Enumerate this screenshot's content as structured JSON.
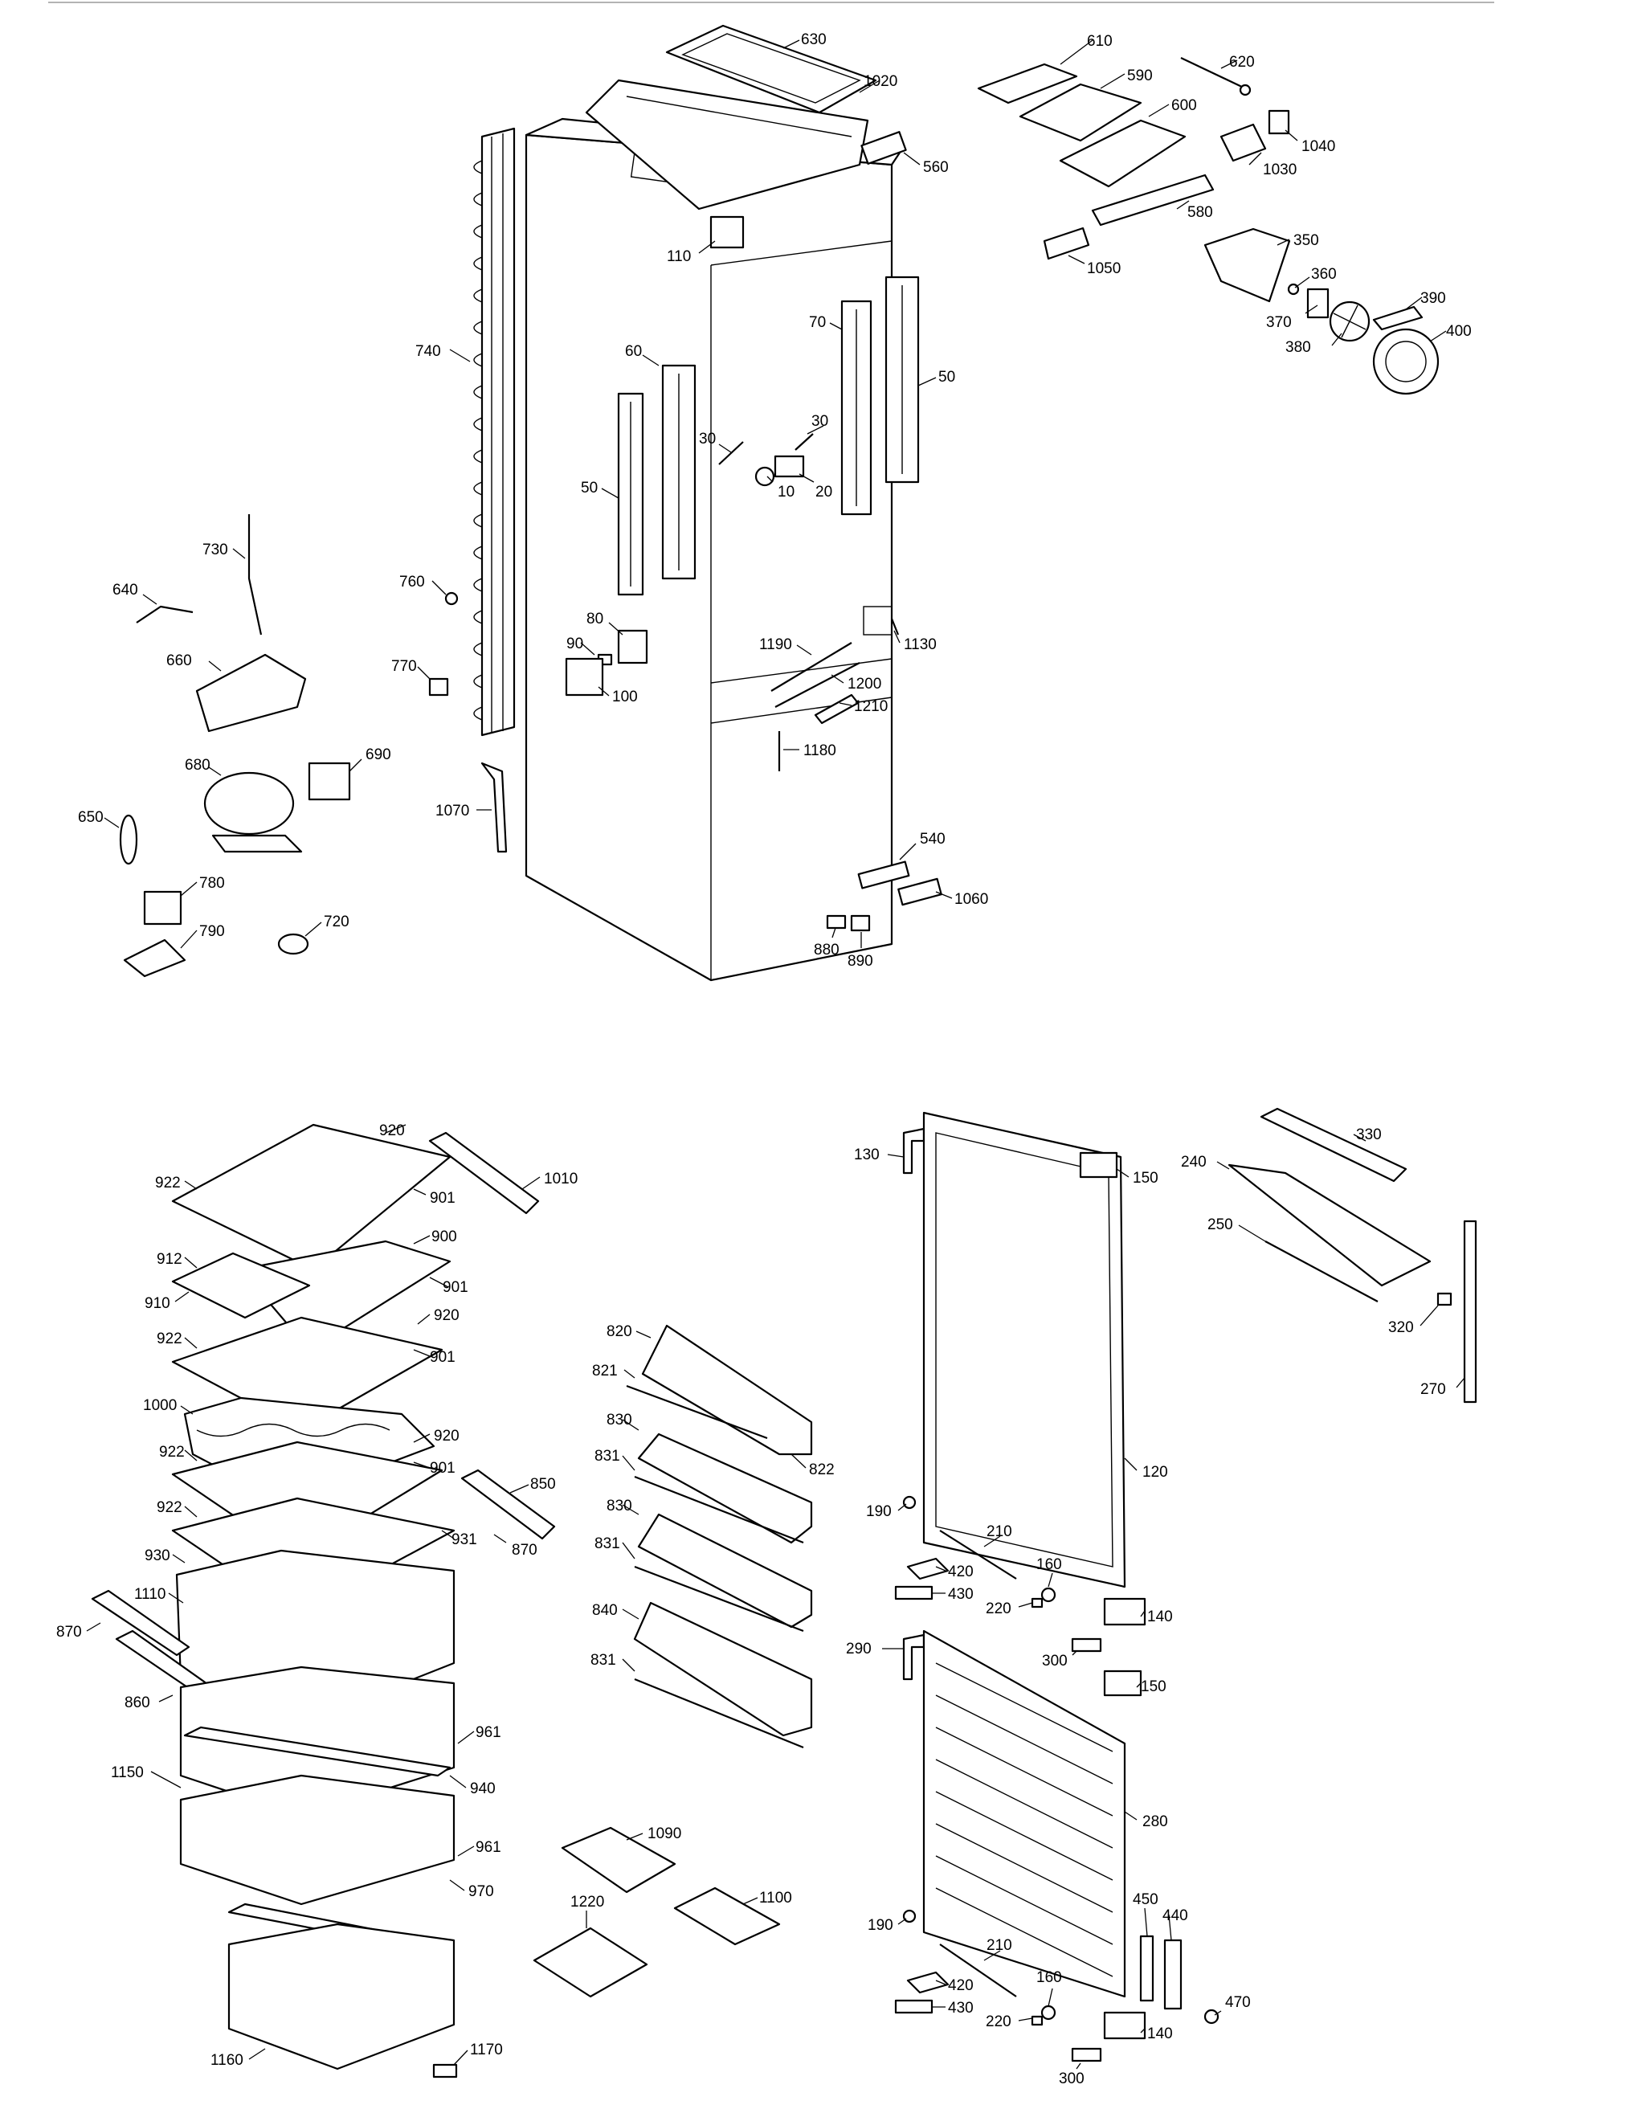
{
  "labels": {
    "l630": "630",
    "l1020": "1020",
    "l610": "610",
    "l620": "620",
    "l590": "590",
    "l600": "600",
    "l1040": "1040",
    "l1030": "1030",
    "l560": "560",
    "l110": "110",
    "l580": "580",
    "l350": "350",
    "l1050": "1050",
    "l360": "360",
    "l370": "370",
    "l390": "390",
    "l380": "380",
    "l400": "400",
    "l740": "740",
    "l60": "60",
    "l70": "70",
    "l50a": "50",
    "l50b": "50",
    "l30a": "30",
    "l30b": "30",
    "l10": "10",
    "l20": "20",
    "l730": "730",
    "l640": "640",
    "l760": "760",
    "l80": "80",
    "l90": "90",
    "l100": "100",
    "l1190": "1190",
    "l1130": "1130",
    "l1200": "1200",
    "l1210": "1210",
    "l660": "660",
    "l770": "770",
    "l1180": "1180",
    "l680": "680",
    "l690": "690",
    "l650": "650",
    "l1070": "1070",
    "l540": "540",
    "l1060": "1060",
    "l780": "780",
    "l720": "720",
    "l790": "790",
    "l880": "880",
    "l890": "890",
    "l920a": "920",
    "l1010": "1010",
    "l922a": "922",
    "l901a": "901",
    "l900": "900",
    "l912": "912",
    "l901b": "901",
    "l910": "910",
    "l920b": "920",
    "l922b": "922",
    "l901c": "901",
    "l1000": "1000",
    "l920c": "920",
    "l922c": "922",
    "l901d": "901",
    "l850": "850",
    "l922d": "922",
    "l931": "931",
    "l870a": "870",
    "l930": "930",
    "l1110": "1110",
    "l870b": "870",
    "l860": "860",
    "l961a": "961",
    "l1150": "1150",
    "l940": "940",
    "l961b": "961",
    "l970": "970",
    "l1160": "1160",
    "l1170": "1170",
    "l820": "820",
    "l821": "821",
    "l830a": "830",
    "l831a": "831",
    "l822": "822",
    "l830b": "830",
    "l831b": "831",
    "l840": "840",
    "l831c": "831",
    "l1090": "1090",
    "l1220": "1220",
    "l1100": "1100",
    "l130": "130",
    "l150a": "150",
    "l330": "330",
    "l240": "240",
    "l250": "250",
    "l320": "320",
    "l270": "270",
    "l120": "120",
    "l190a": "190",
    "l210a": "210",
    "l420a": "420",
    "l160a": "160",
    "l430a": "430",
    "l220a": "220",
    "l140a": "140",
    "l300a": "300",
    "l290": "290",
    "l150b": "150",
    "l280": "280",
    "l450": "450",
    "l440": "440",
    "l190b": "190",
    "l210b": "210",
    "l420b": "420",
    "l160b": "160",
    "l430b": "430",
    "l220b": "220",
    "l470": "470",
    "l140b": "140",
    "l300b": "300"
  }
}
